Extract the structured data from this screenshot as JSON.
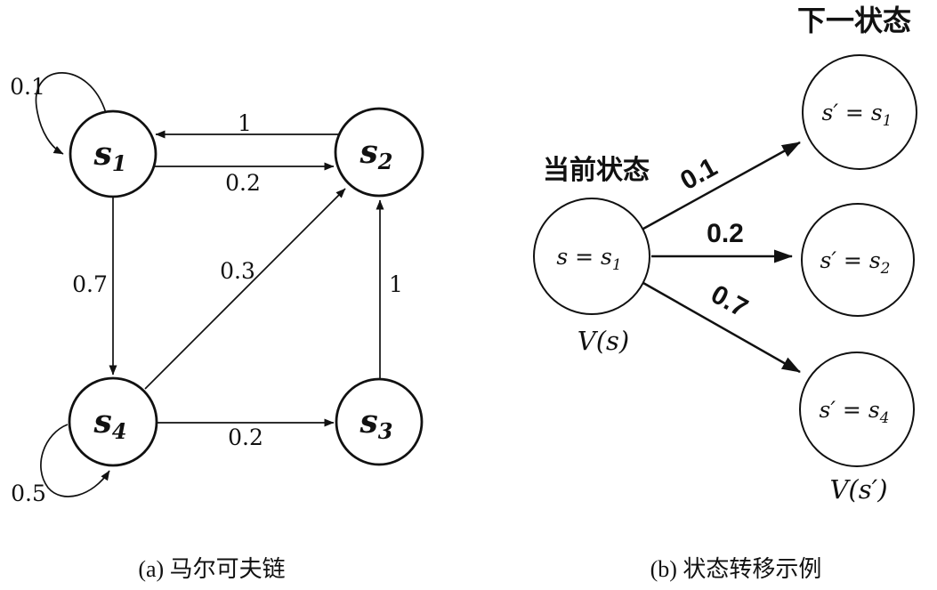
{
  "figure": {
    "left": {
      "caption": "(a) 马尔可夫链",
      "nodes": {
        "s1": {
          "base": "s",
          "sub": "1"
        },
        "s2": {
          "base": "s",
          "sub": "2"
        },
        "s3": {
          "base": "s",
          "sub": "3"
        },
        "s4": {
          "base": "s",
          "sub": "4"
        }
      },
      "edge_labels": {
        "s1_self": "0.1",
        "s2_to_s1": "1",
        "s1_to_s2": "0.2",
        "s1_to_s4": "0.7",
        "s4_to_s2": "0.3",
        "s3_to_s2": "1",
        "s4_to_s3": "0.2",
        "s4_self": "0.5"
      }
    },
    "right": {
      "caption": "(b) 状态转移示例",
      "next_state_title": "下一状态",
      "current_state_label": "当前状态",
      "current_node": {
        "base": "s = s",
        "sub": "1"
      },
      "current_value_label": "V(s)",
      "next_value_label": "V(s′)",
      "transitions": [
        {
          "prob": "0.1",
          "node": {
            "base": "s′ = s",
            "sub": "1"
          }
        },
        {
          "prob": "0.2",
          "node": {
            "base": "s′ = s",
            "sub": "2"
          }
        },
        {
          "prob": "0.7",
          "node": {
            "base": "s′ = s",
            "sub": "4"
          }
        }
      ]
    }
  }
}
